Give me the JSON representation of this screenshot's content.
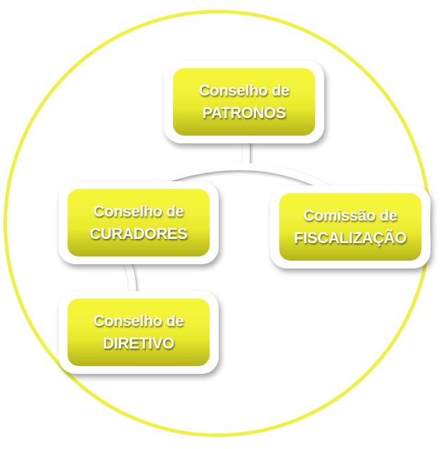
{
  "nodes": {
    "patronos": {
      "line1": "Conselho de",
      "line2": "PATRONOS"
    },
    "curadores": {
      "line1": "Conselho de",
      "line2": "CURADORES"
    },
    "fiscalizacao": {
      "line1": "Comissão de",
      "line2": "FISCALIZAÇÃO"
    },
    "diretivo": {
      "line1": "Conselho de",
      "line2": "DIRETIVO"
    }
  },
  "colors": {
    "ring": "#f0f040",
    "box_top": "#f6f638",
    "box_bottom": "#b4b41c"
  }
}
